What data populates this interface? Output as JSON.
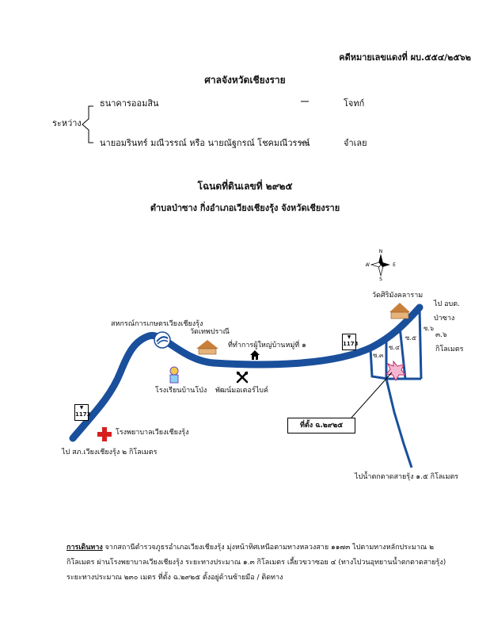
{
  "header": {
    "case_number": "คดีหมายเลขแดงที่ ผบ.๕๕๔/๒๕๖๒",
    "court": "ศาลจังหวัดเชียงราย",
    "between_label": "ระหว่าง",
    "plaintiff_name": "ธนาคารออมสิน",
    "plaintiff_role": "โจทก์",
    "defendant_name": "นายอมรินทร์  มณีวรรณ์ หรือ นายณัฐกรณ์  โชคมณีวรรณ์",
    "defendant_role": "จำเลย"
  },
  "deed": {
    "title": "โฉนดที่ดินเลขที่ ๒๙๒๕",
    "location": "ตำบลป่าซาง กิ่งอำเภอเวียงเชียงรุ้ง จังหวัดเชียงราย"
  },
  "map": {
    "compass": {
      "n": "N",
      "s": "S",
      "e": "E",
      "w": "W"
    },
    "route_number": "1173",
    "labels": {
      "cooperative": "สหกรณ์การเกษตรเวียงเชียงรุ้ง",
      "temple_thep": "วัดเทพปราณี",
      "village_head": "ที่ทำการผู้ใหญ่บ้านหมู่ที่ ๑",
      "school": "โรงเรียนบ้านโป่ง",
      "mechanic": "พัฒน์มอเตอร์ไบค์",
      "hospital": "โรงพยาบาลเวียงเชียงรุ้ง",
      "to_district": "ไป สภ.เวียงเชียงรุ้ง ๒ กิโลเมตร",
      "temple_siri": "วัดศิริมังคลาราม",
      "to_obt_1": "ไป อบต.",
      "to_obt_2": "ป่าซาง",
      "soi6_a": "ซ.๖",
      "dist_36": "๓.๖",
      "km": "กิโลเมตร",
      "soi5": "ซ.๕",
      "soi4": "ซ.๔",
      "soi3": "ซ.๓",
      "site": "ที่ตั้ง ฉ.๒๙๒๕",
      "to_waterfall": "ไปน้ำตกตาดสายรุ้ง ๑.๕ กิโลเมตร"
    }
  },
  "directions": {
    "lead": "การเดินทาง",
    "text": " จากสถานีตำรวจภูธรอำเภอเวียงเชียงรุ้ง มุ่งหน้าทิศเหนือตามทางหลวงสาย ๑๑๗๓ ไปตามทางหลักประมาณ ๒ กิโลเมตร ผ่านโรงพยาบาลเวียงเชียงรุ้ง ระยะทางประมาณ ๑.๓ กิโลเมตร เลี้ยวขวาซอย ๔ (ทางไปวนอุทยานน้ำตกตาดสายรุ้ง) ระยะทางประมาณ ๒๓๐ เมตร ที่ตั้ง ฉ.๒๙๒๕ ตั้งอยู่ด้านซ้ายมือ / ติดทาง"
  },
  "colors": {
    "main_road": "#1a4f9c",
    "soi_road": "#1a4f9c",
    "site_fill": "#f4b6d0",
    "hospital_cross": "#d62020",
    "temple": "#c9803a"
  }
}
